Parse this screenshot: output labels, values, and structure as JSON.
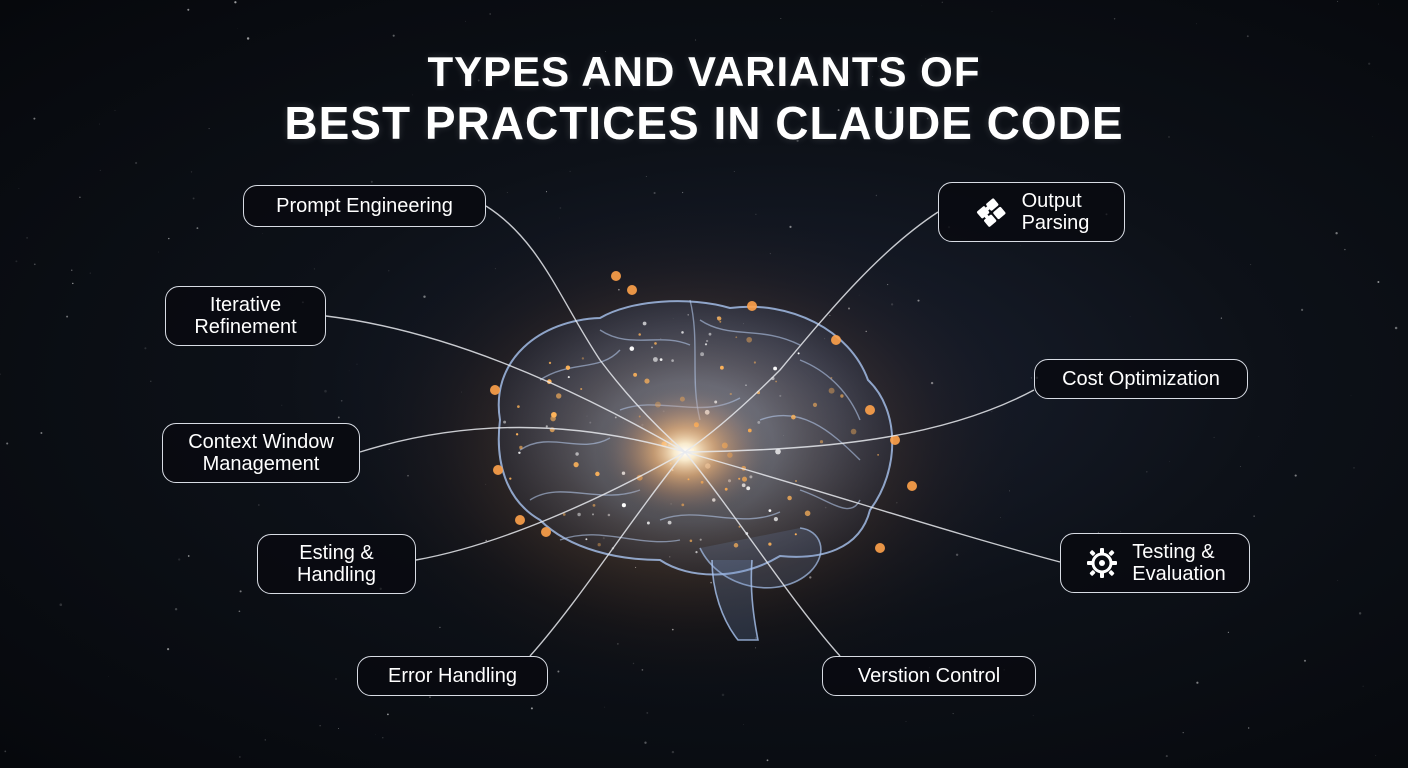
{
  "title": {
    "line1": "TYPES AND VARIANTS OF",
    "line2": "BEST PRACTICES IN CLAUDE CODE"
  },
  "colors": {
    "background": "#0b0e14",
    "glow": "#ffb060",
    "node_border": "#d8dce4",
    "connector": "#e8eaef"
  },
  "nodes": [
    {
      "id": "prompt-engineering",
      "label": "Prompt Engineering"
    },
    {
      "id": "iterative-refinement",
      "label": "Iterative\nRefinement"
    },
    {
      "id": "context-window-management",
      "label": "Context Window\nManagement"
    },
    {
      "id": "esting-handling",
      "label": "Esting &\nHandling"
    },
    {
      "id": "error-handling",
      "label": "Error Handling"
    },
    {
      "id": "output-parsing",
      "label": "Output\nParsing",
      "icon": "puzzle-blocks-icon"
    },
    {
      "id": "cost-optimization",
      "label": "Cost Optimization"
    },
    {
      "id": "testing-evaluation",
      "label": "Testing &\nEvaluation",
      "icon": "gear-cycle-icon"
    },
    {
      "id": "verstion-control",
      "label": "Verstion Control"
    }
  ]
}
